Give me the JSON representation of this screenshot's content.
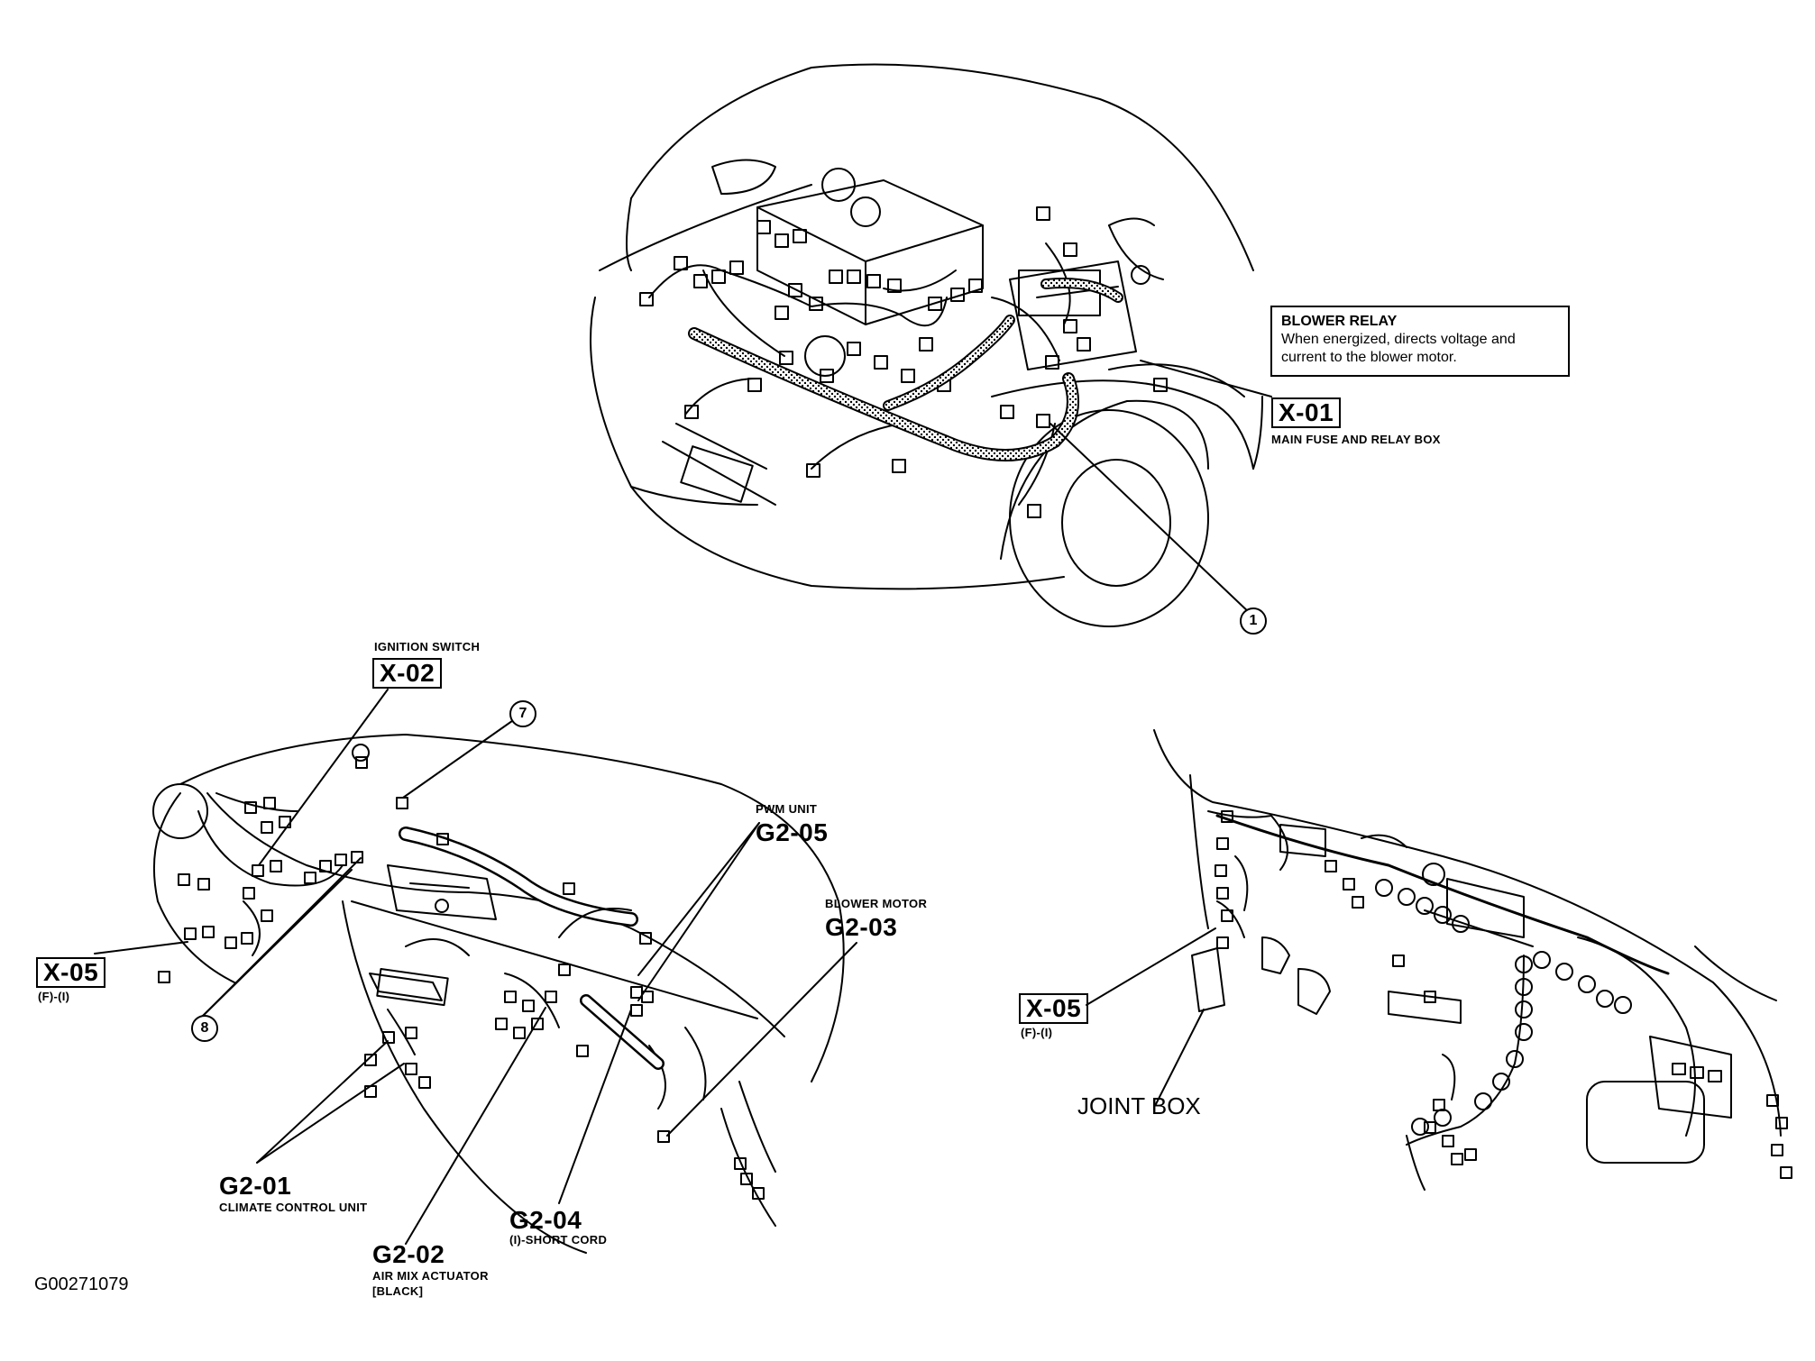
{
  "relay_info": {
    "title": "BLOWER RELAY",
    "line1": "When energized, directs voltage and",
    "line2": "current to the blower motor."
  },
  "labels": {
    "x01_code": "X-01",
    "x01_desc": "MAIN FUSE AND RELAY BOX",
    "x02_title": "IGNITION SWITCH",
    "x02_code": "X-02",
    "x05_left_code": "X-05",
    "x05_left_sub": "(F)-(I)",
    "x05_right_code": "X-05",
    "x05_right_sub": "(F)-(I)",
    "g205_title": "PWM UNIT",
    "g205_code": "G2-05",
    "g203_title": "BLOWER MOTOR",
    "g203_code": "G2-03",
    "g201_code": "G2-01",
    "g201_desc": "CLIMATE CONTROL UNIT",
    "g202_code": "G2-02",
    "g202_desc1": "AIR MIX ACTUATOR",
    "g202_desc2": "[BLACK]",
    "g204_code": "G2-04",
    "g204_desc": "(I)-SHORT CORD",
    "joint_box": "JOINT BOX",
    "figure_id": "G00271079"
  },
  "callouts": {
    "c1": "1",
    "c7": "7",
    "c8": "8"
  }
}
